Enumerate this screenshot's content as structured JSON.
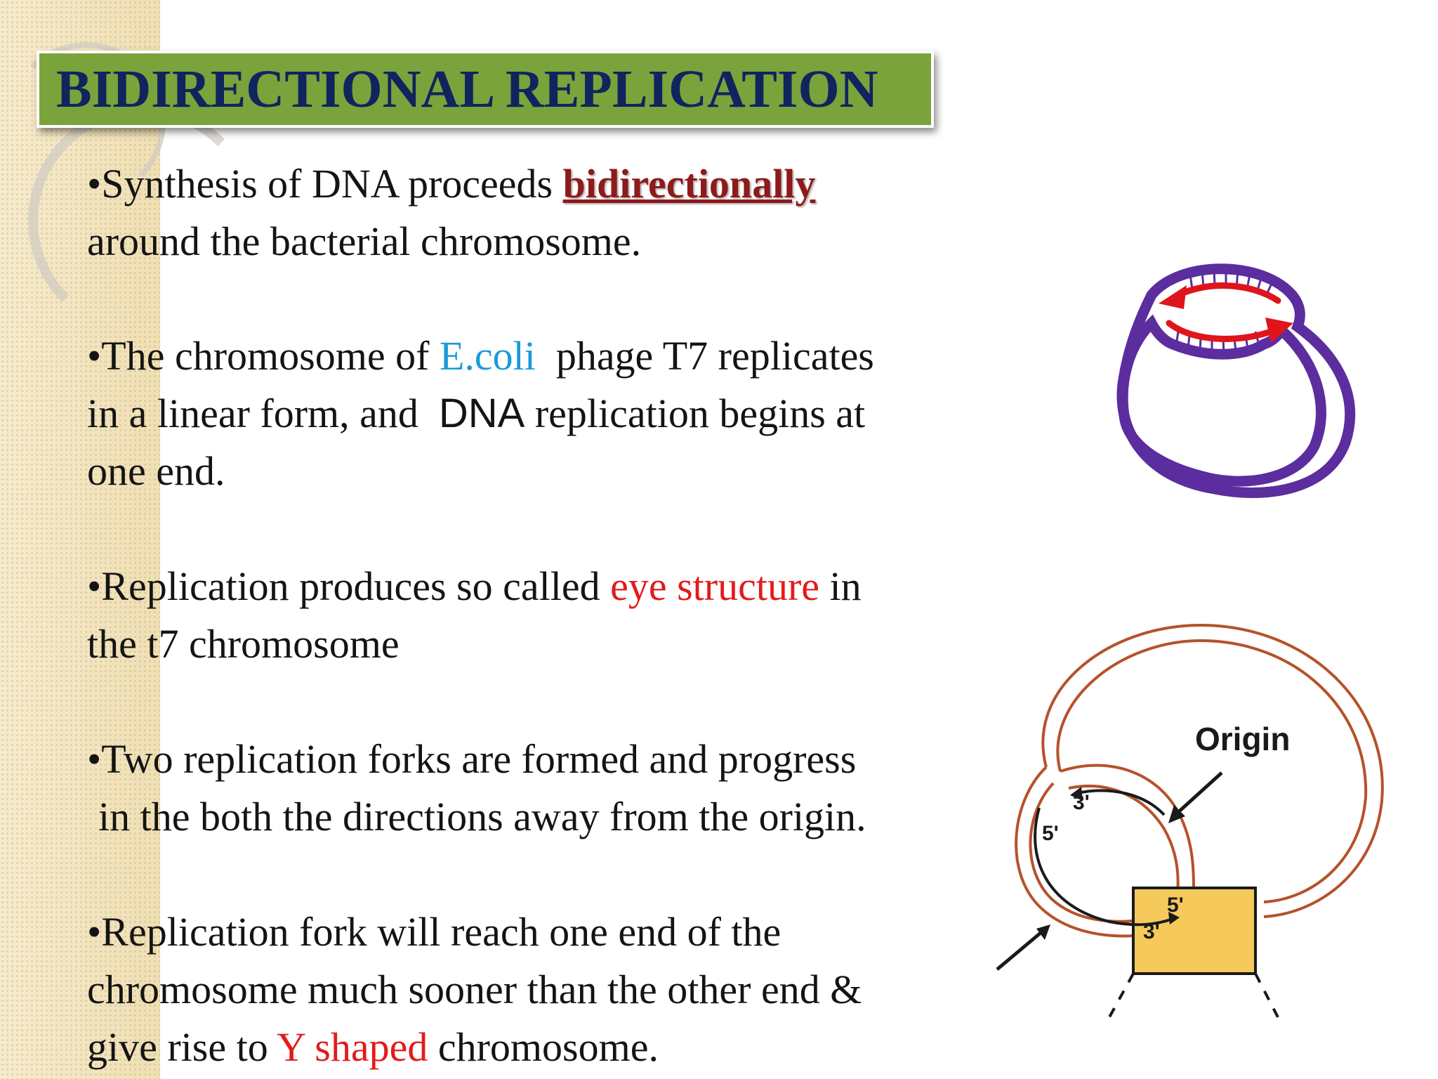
{
  "slide": {
    "title": "BIDIRECTIONAL REPLICATION",
    "bullets": {
      "b1": {
        "pre": "•Synthesis of DNA proceeds ",
        "emph": "bidirectionally",
        "line2": "around the bacterial chromosome."
      },
      "b2": {
        "pre": "•The chromosome of ",
        "emph": "E.coli",
        "post": "  phage T7 replicates",
        "line2_pre": "in a linear form, and  ",
        "line2_dna": "DNA",
        "line2_post": " replication begins at",
        "line3": "one end."
      },
      "b3": {
        "pre": "•Replication produces so called ",
        "emph": "eye structure",
        "post": " in",
        "line2": "the t7 chromosome"
      },
      "b4": {
        "line1": "•Two replication forks are formed and progress",
        "line2": "in the both the directions away from the origin."
      },
      "b5": {
        "line1": "•Replication fork will reach one end of the",
        "line2": "chromosome much sooner than the other end &",
        "line3_pre": "give rise to ",
        "emph": "Y shaped",
        "line3_post": " chromosome."
      }
    }
  },
  "diagram2": {
    "origin": "Origin",
    "label_3a": "3'",
    "label_5a": "5'",
    "label_5b": "5'",
    "label_3b": "3'"
  },
  "colors": {
    "title_bg": "#7aa33b",
    "title_text": "#10245e",
    "circle_purple": "#5b2d9e",
    "arrow_red": "#e0141b",
    "ring_brown": "#b5522b",
    "box_yellow": "#f5c95a"
  }
}
